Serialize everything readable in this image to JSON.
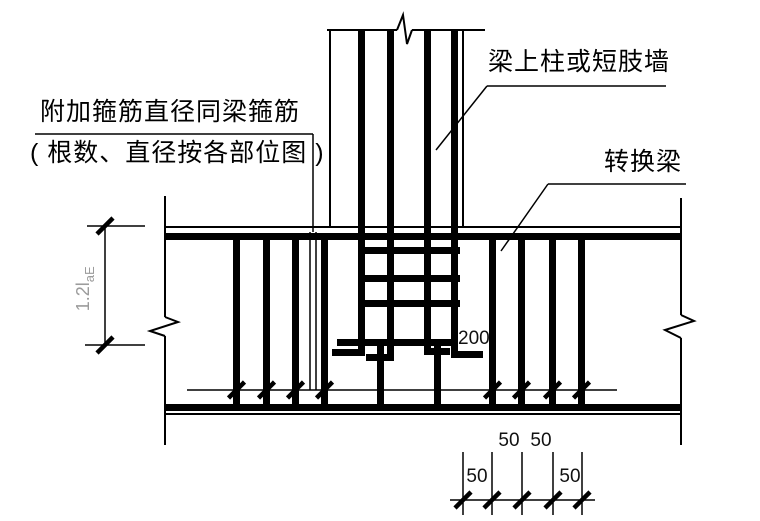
{
  "drawing": {
    "title_hint": "transfer-beam-column-stirrup-detail",
    "labels": {
      "add_stirrup_line1": "附加箍筋直径同梁箍筋",
      "add_stirrup_line2": "( 根数、直径按各部位图 )",
      "column_on_beam": "梁上柱或短肢墙",
      "transfer_beam": "转换梁"
    },
    "dimensions": {
      "anchorage_main": "1.2l",
      "anchorage_sub": "aE",
      "hook_length": "200",
      "spacings": [
        "50",
        "50",
        "50",
        "50"
      ]
    },
    "colors": {
      "line": "#000000",
      "dim_text": "#9c9c9c",
      "background": "#ffffff"
    }
  }
}
